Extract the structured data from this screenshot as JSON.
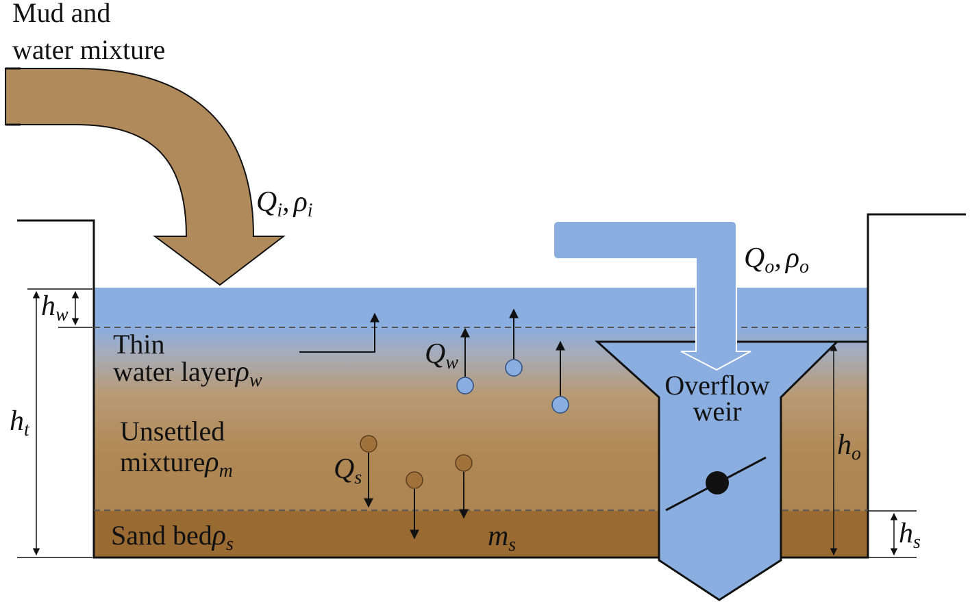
{
  "labels": {
    "inlet_title_1": "Mud and",
    "inlet_title_2": "water mixture",
    "thin_water_1": "Thin",
    "thin_water_2": "water layer",
    "unsettled_1": "Unsettled",
    "unsettled_2": "mixture",
    "sand_bed": "Sand bed",
    "overflow_1": "Overflow",
    "overflow_2": "weir"
  },
  "symbols": {
    "rho": "ρ",
    "Q": "Q",
    "h": "h",
    "m": "m",
    "comma": ",",
    "sub_i": "i",
    "sub_o": "o",
    "sub_w": "w",
    "sub_m": "m",
    "sub_s": "s",
    "sub_t": "t"
  },
  "colors": {
    "mixture": "#b08a5a",
    "mixture_dark": "#9a6b36",
    "sand": "#9a6a33",
    "water": "#8aaee0",
    "outline": "#111111"
  }
}
